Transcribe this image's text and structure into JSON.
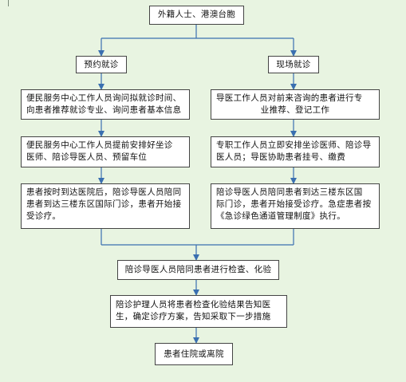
{
  "nodes": {
    "start": "外籍人士、港澳台胞",
    "left_header": "预约就诊",
    "right_header": "现场就诊",
    "left_step1": [
      "便民服务中心工作人员询问拟就诊时间、",
      "向患者推荐就诊专业、询问患者基本信息"
    ],
    "left_step2": [
      "便民服务中心工作人员提前安排好坐诊",
      "医师、陪诊导医人员、预留车位"
    ],
    "left_step3": [
      "患者按时到达医院后，陪诊导医人员陪同",
      "患者到达三楼东区国际门诊，患者开始接",
      "受诊疗。"
    ],
    "right_step1": [
      "导医工作人员对前来咨询的患者进行专",
      "业推荐、登记工作"
    ],
    "right_step2": [
      "专职工作人员立即安排坐诊医师、陪诊导",
      "医人员；导医协助患者挂号、缴费"
    ],
    "right_step3": [
      "陪诊导医人员陪同患者到达三楼东区国",
      "际门诊，患者开始接受诊疗。急症患者按",
      "《急诊绿色通道管理制度》执行。"
    ],
    "merge_step": "陪诊导医人员陪同患者进行检查、化验",
    "nurse_step": [
      "陪诊护理人员将患者检查化验结果告知医",
      "生，确定诊疗方案，告知采取下一步措施"
    ],
    "end": "患者住院或离院"
  },
  "colors": {
    "arrow": "#3a6fb0",
    "background": "#e8f4e1",
    "box_border": "#444444"
  }
}
